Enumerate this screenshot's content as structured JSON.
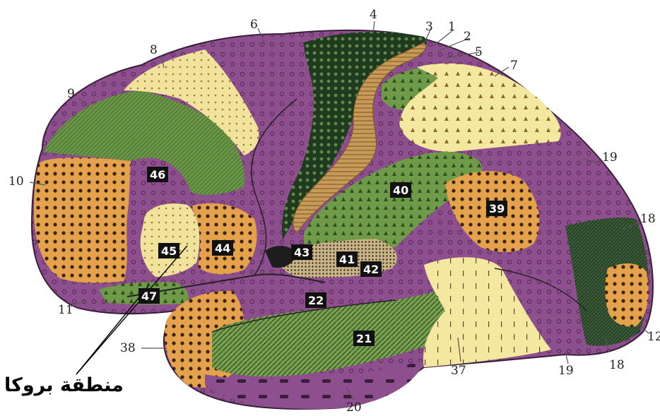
{
  "areas": [
    {
      "num": "1",
      "boxed": false
    },
    {
      "num": "2",
      "boxed": false
    },
    {
      "num": "3",
      "boxed": false
    },
    {
      "num": "4",
      "boxed": false
    },
    {
      "num": "5",
      "boxed": false
    },
    {
      "num": "6",
      "boxed": false
    },
    {
      "num": "7",
      "boxed": false
    },
    {
      "num": "8",
      "boxed": false
    },
    {
      "num": "9",
      "boxed": false
    },
    {
      "num": "10",
      "boxed": false
    },
    {
      "num": "11",
      "boxed": false
    },
    {
      "num": "12",
      "boxed": false
    },
    {
      "num": "18",
      "boxed": false
    },
    {
      "num": "19",
      "boxed": false
    },
    {
      "num": "20",
      "boxed": false
    },
    {
      "num": "21",
      "boxed": true
    },
    {
      "num": "22",
      "boxed": true
    },
    {
      "num": "37",
      "boxed": false
    },
    {
      "num": "38",
      "boxed": false
    },
    {
      "num": "39",
      "boxed": true
    },
    {
      "num": "40",
      "boxed": true
    },
    {
      "num": "41",
      "boxed": true
    },
    {
      "num": "42",
      "boxed": true
    },
    {
      "num": "43",
      "boxed": true
    },
    {
      "num": "44",
      "boxed": true
    },
    {
      "num": "45",
      "boxed": true
    },
    {
      "num": "46",
      "boxed": true
    },
    {
      "num": "47",
      "boxed": true
    }
  ],
  "labels": {
    "l1": "1",
    "l2": "2",
    "l3": "3",
    "l4": "4",
    "l5": "5",
    "l6": "6",
    "l7": "7",
    "l8": "8",
    "l9": "9",
    "l10": "10",
    "l11": "11",
    "l12": "12",
    "l18a": "18",
    "l18b": "18",
    "l19a": "19",
    "l19b": "19",
    "l20": "20",
    "l37": "37",
    "l38": "38",
    "b21": "21",
    "b22": "22",
    "b39": "39",
    "b40": "40",
    "b41": "41",
    "b42": "42",
    "b43": "43",
    "b44": "44",
    "b45": "45",
    "b46": "46",
    "b47": "47"
  },
  "caption": "منطقة بروكا",
  "colors": {
    "purple": "#8e4f8e",
    "green": "#6f9a48",
    "orange": "#e3a24b",
    "cream": "#f4e8a0",
    "darkgreen": "#243d22",
    "tan": "#c79a57"
  }
}
